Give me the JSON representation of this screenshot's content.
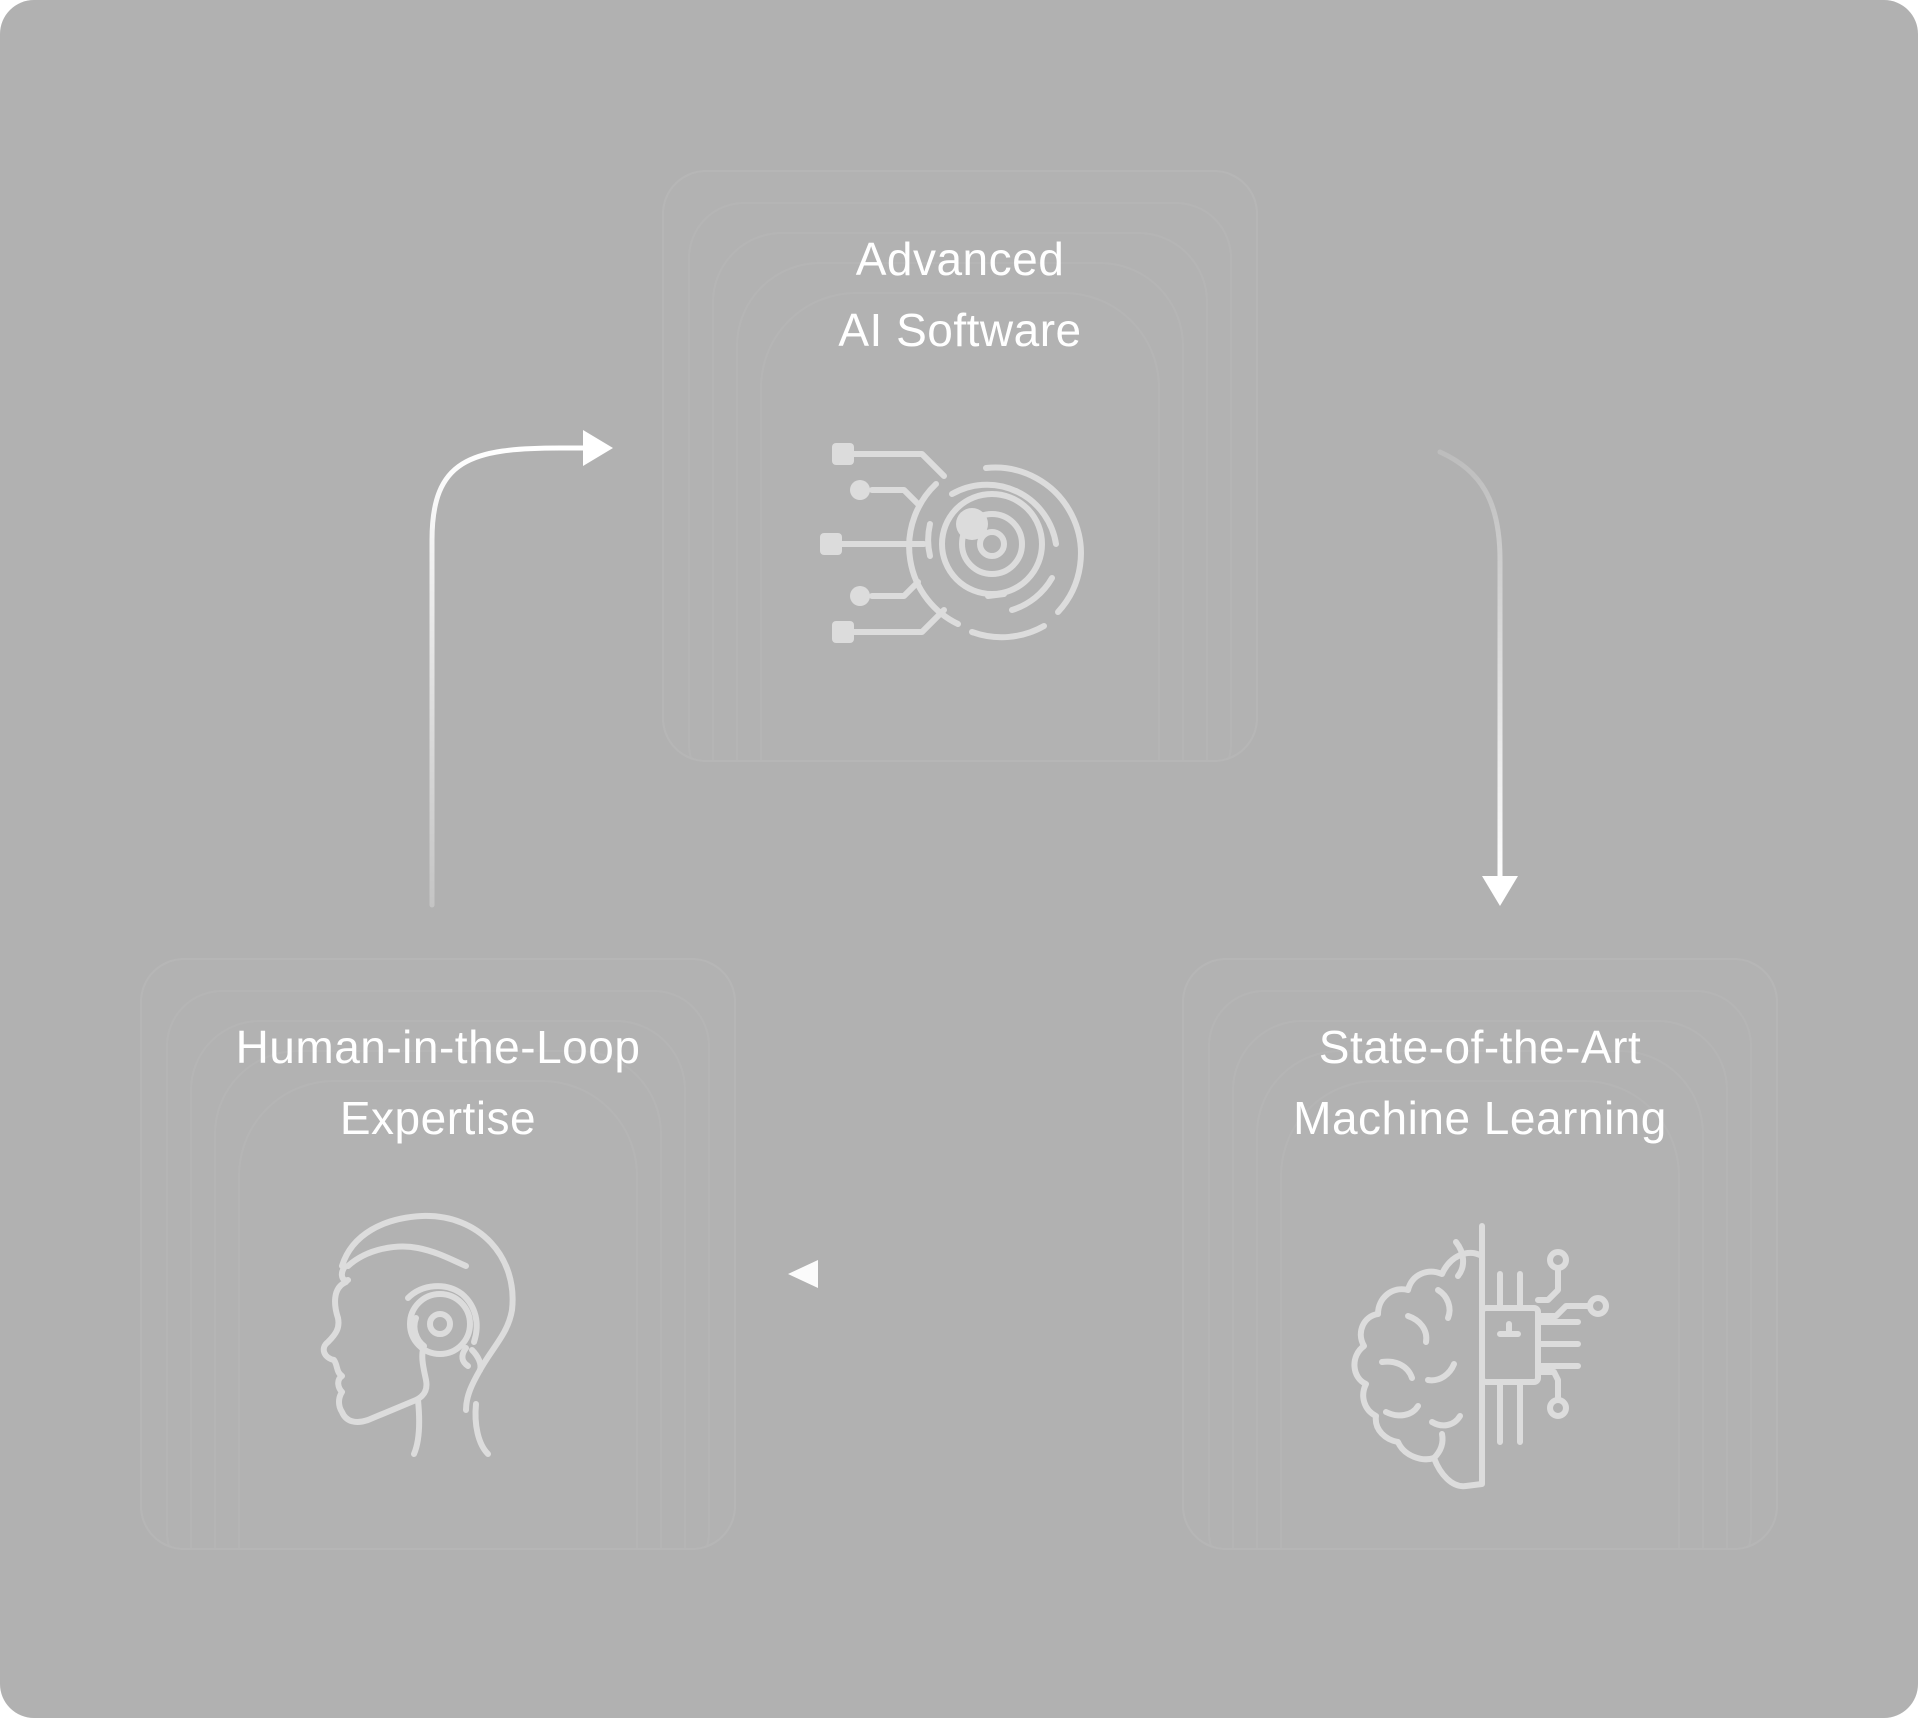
{
  "nodes": {
    "advanced": {
      "line1": "Advanced",
      "line2": "AI Software",
      "icon": "ai-target-circuit-icon"
    },
    "ml": {
      "line1": "State-of-the-Art",
      "line2": "Machine Learning",
      "icon": "brain-circuit-icon"
    },
    "human": {
      "line1": "Human-in-the-Loop",
      "line2": "Expertise",
      "icon": "human-head-gear-icon"
    }
  },
  "colors": {
    "background": "#b1b1b1",
    "text": "#ffffff",
    "icon_stroke": "#dcdcdc"
  }
}
